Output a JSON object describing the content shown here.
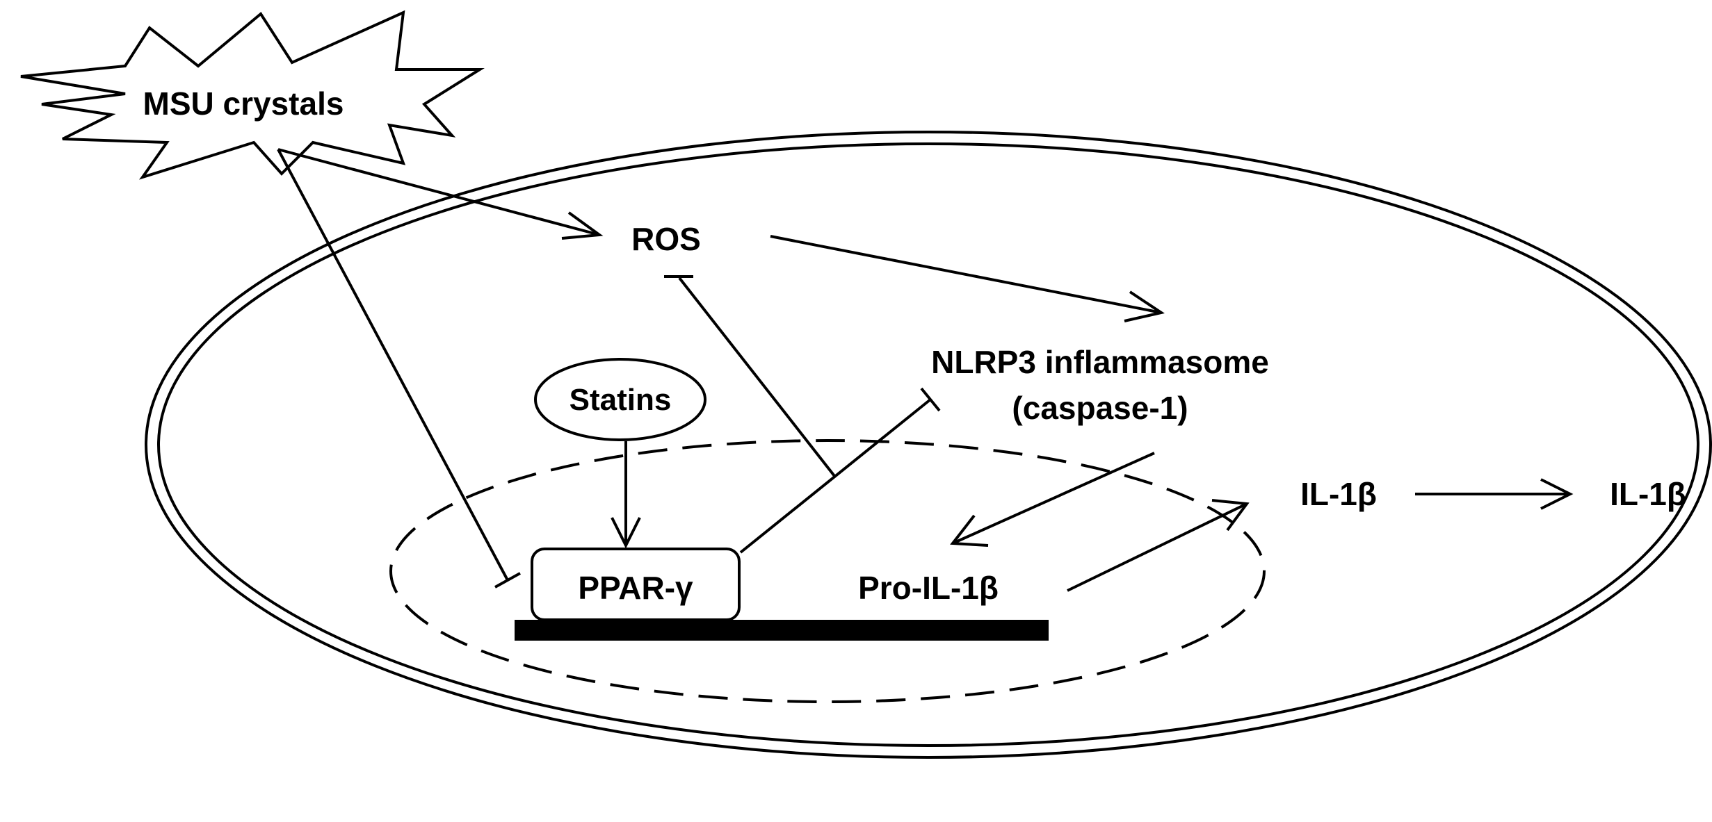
{
  "labels": {
    "msu_crystals": "MSU crystals",
    "ros": "ROS",
    "statins": "Statins",
    "nlrp3_line1": "NLRP3 inflammasome",
    "nlrp3_line2": "(caspase-1)",
    "ppar_gamma": "PPAR-γ",
    "pro_il1b": "Pro-IL-1β",
    "il1b_inside": "IL-1β",
    "il1b_outside": "IL-1β"
  },
  "colors": {
    "ink": "#000000",
    "background": "#ffffff"
  },
  "edges": [
    {
      "from": "MSU crystals",
      "to": "ROS",
      "type": "activation"
    },
    {
      "from": "MSU crystals",
      "to": "PPAR-γ",
      "type": "inhibition"
    },
    {
      "from": "Statins",
      "to": "PPAR-γ",
      "type": "activation"
    },
    {
      "from": "PPAR-γ",
      "to": "ROS",
      "type": "inhibition"
    },
    {
      "from": "PPAR-γ",
      "to": "NLRP3 inflammasome",
      "type": "inhibition"
    },
    {
      "from": "ROS",
      "to": "NLRP3 inflammasome",
      "type": "activation"
    },
    {
      "from": "NLRP3 inflammasome",
      "to": "Pro-IL-1β",
      "type": "activation"
    },
    {
      "from": "Pro-IL-1β",
      "to": "IL-1β",
      "type": "conversion"
    },
    {
      "from": "IL-1β",
      "to": "IL-1β (extracellular)",
      "type": "secretion"
    }
  ]
}
